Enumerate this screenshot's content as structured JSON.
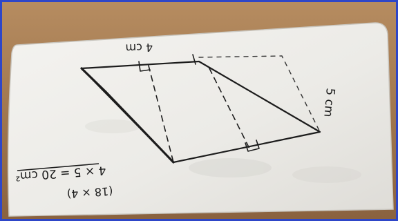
{
  "photo": {
    "labels": {
      "top_length": "4 cm",
      "side_length": "5 cm",
      "calculation": "4 × 5 = 20 cm²",
      "bracket_note": "(18 × 4)"
    },
    "colors": {
      "frame_border": "#2e46c8",
      "table_wood": "#a57a50",
      "whiteboard": "#f1f0ed",
      "marker_ink": "#1c1c1c"
    }
  }
}
